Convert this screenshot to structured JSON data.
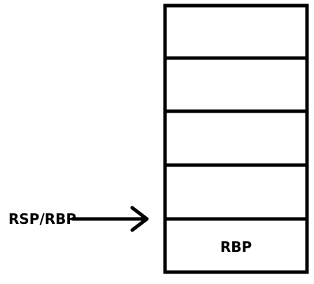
{
  "stack": {
    "cells": [
      {
        "label": ""
      },
      {
        "label": ""
      },
      {
        "label": ""
      },
      {
        "label": ""
      },
      {
        "label": "RBP"
      }
    ]
  },
  "pointer": {
    "label": "RSP/RBP",
    "target_cell_index": 4
  },
  "colors": {
    "line": "#000000",
    "background": "#ffffff"
  }
}
